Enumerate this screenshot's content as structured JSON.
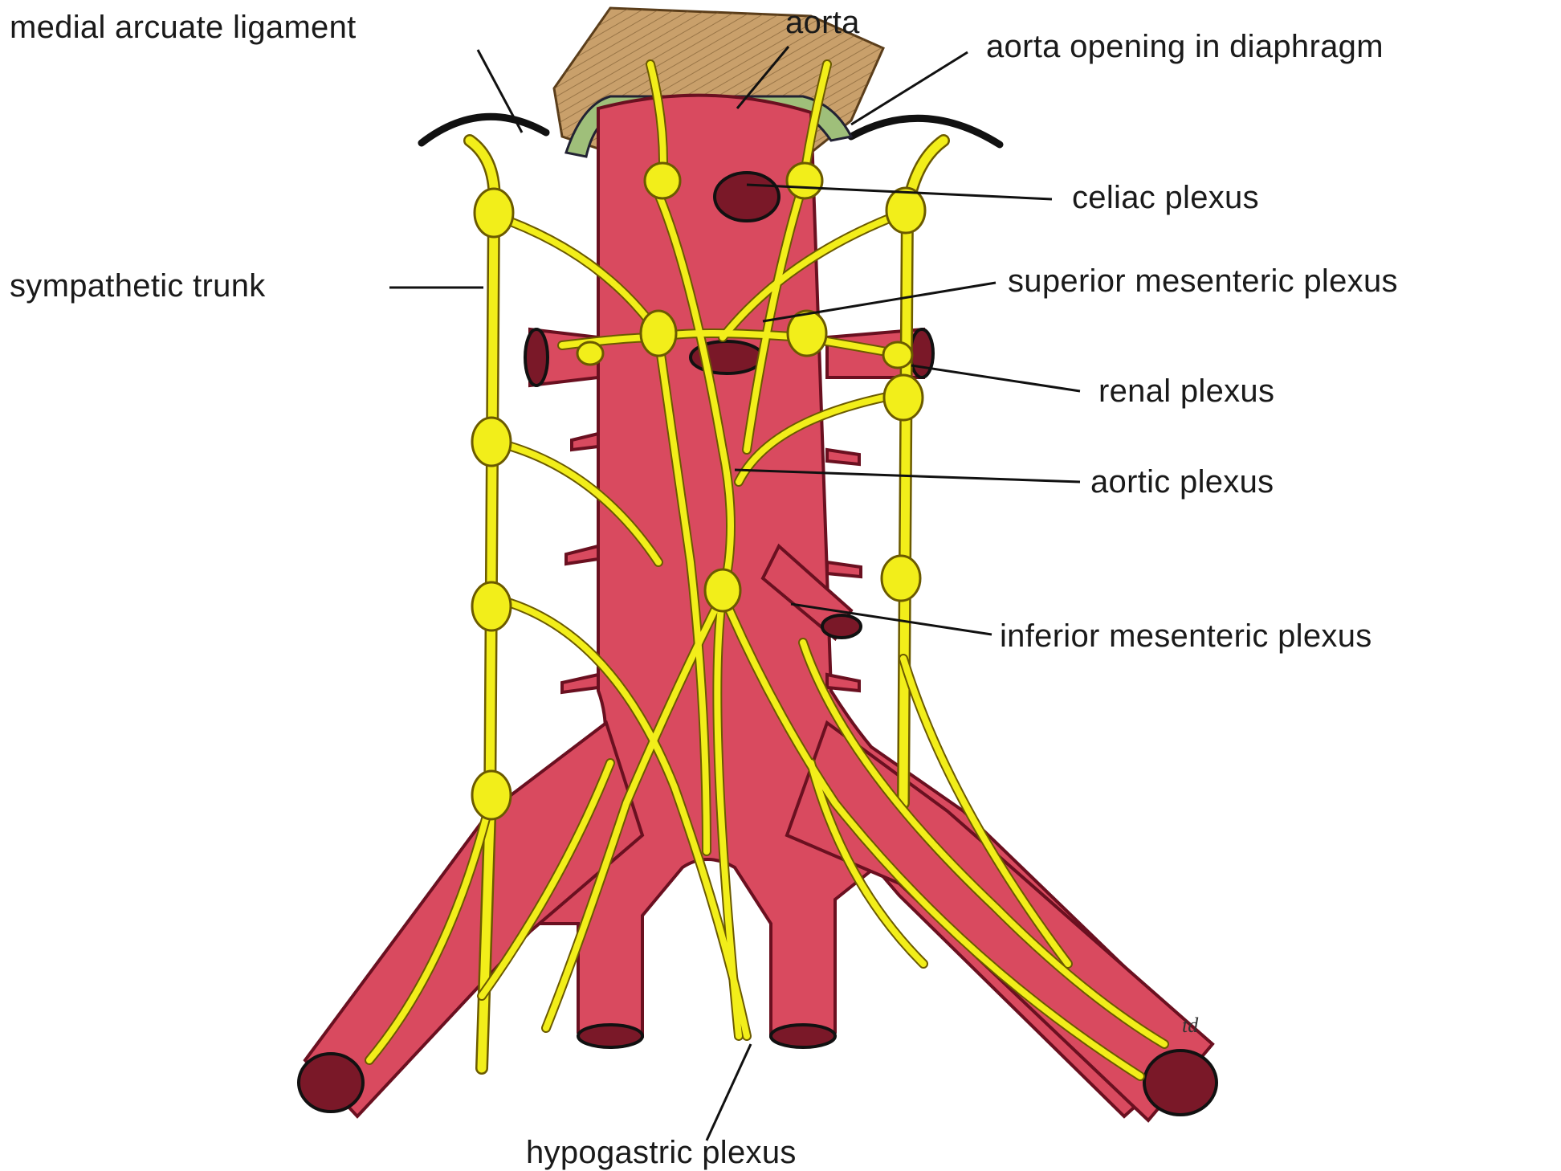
{
  "figure": {
    "labels": {
      "medial_arcuate_ligament": "medial arcuate ligament",
      "aorta": "aorta",
      "aorta_opening": "aorta opening in diaphragm",
      "celiac_plexus": "celiac plexus",
      "sympathetic_trunk": "sympathetic trunk",
      "superior_mesenteric_plexus": "superior mesenteric plexus",
      "renal_plexus": "renal plexus",
      "aortic_plexus": "aortic plexus",
      "inferior_mesenteric_plexus": "inferior mesenteric plexus",
      "hypogastric_plexus": "hypogastric plexus"
    },
    "artist_mark": "td"
  },
  "colors": {
    "artery": "#d94a5f",
    "artery_dark": "#8a1e2e",
    "nerve": "#f2ee1a",
    "nerve_outline": "#6b5a00",
    "diaphragm": "#c9a06b",
    "ligament": "#9fbf7a",
    "label_text": "#1a1a1a"
  }
}
